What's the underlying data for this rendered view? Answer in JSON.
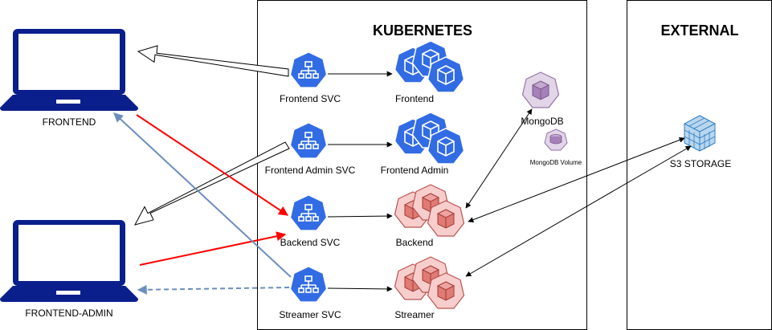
{
  "headings": {
    "kubernetes": "KUBERNETES",
    "external": "EXTERNAL"
  },
  "clients": {
    "frontend": "FRONTEND",
    "frontend_admin": "FRONTEND-ADMIN"
  },
  "services": {
    "frontend_svc": "Frontend SVC",
    "frontend_admin_svc": "Frontend Admin SVC",
    "backend_svc": "Backend SVC",
    "streamer_svc": "Streamer SVC"
  },
  "pods": {
    "frontend": "Frontend",
    "frontend_admin": "Frontend Admin",
    "backend": "Backend",
    "streamer": "Streamer"
  },
  "database": {
    "mongodb": "MongoDB",
    "mongodb_volume": "MongoDB Volume"
  },
  "external": {
    "s3_storage": "S3 STORAGE"
  },
  "colors": {
    "k8s_blue": "#326ce5",
    "laptop_navy": "#0a1e8c",
    "pod_red_fill": "#f8cecc",
    "pod_red_stroke": "#b85450",
    "mongo_fill": "#e1d5e7",
    "mongo_stroke": "#9673a6",
    "red_arrow": "#ff0000",
    "steel_arrow": "#6c8ebf"
  }
}
